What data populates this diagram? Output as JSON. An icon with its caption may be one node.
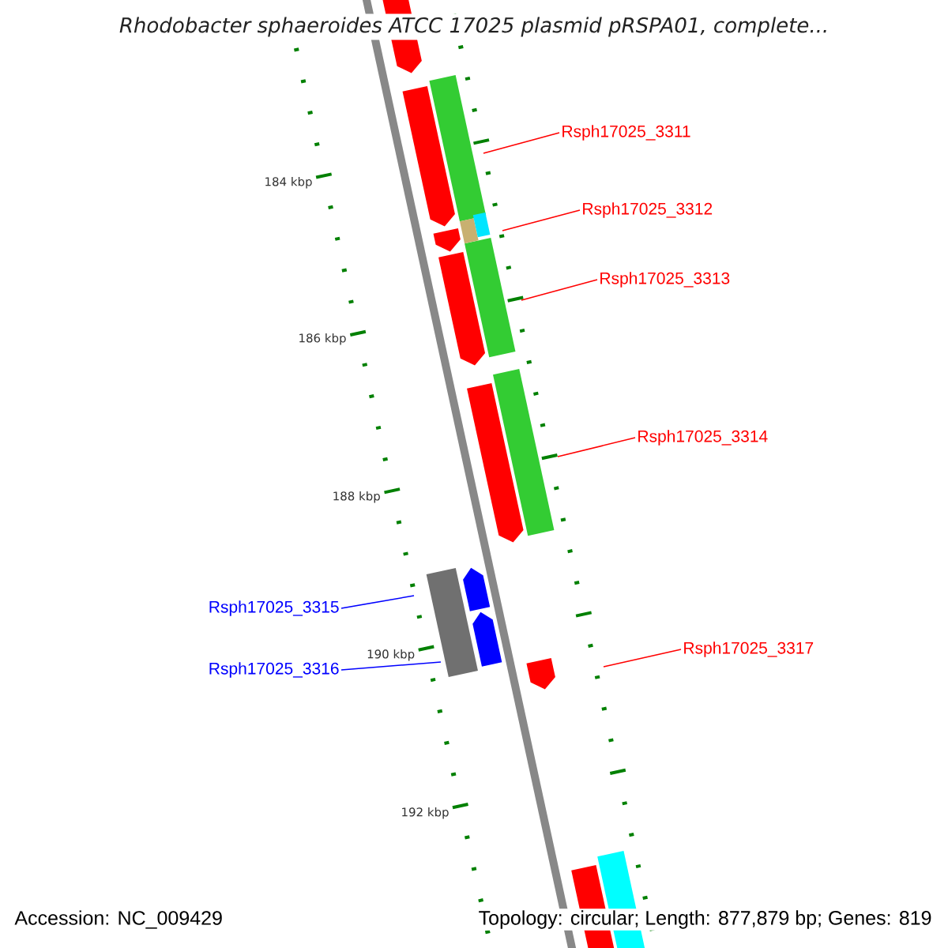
{
  "diagram": {
    "title": "Rhodobacter sphaeroides ATCC 17025 plasmid pRSPA01, complete...",
    "nodes": [
      {
        "text": [
          "Rsph17025_3311"
        ]
      },
      {
        "text": [
          "Rsph17025_3312"
        ]
      },
      {
        "text": [
          "Rsph17025_3313"
        ]
      },
      {
        "text": [
          "Rsph17025_3314"
        ]
      },
      {
        "text": [
          "Rsph17025_3315"
        ]
      },
      {
        "text": [
          "Rsph17025_3316"
        ]
      },
      {
        "text": [
          "Rsph17025_3317"
        ]
      }
    ],
    "edges": [
      {
        "from": 0,
        "to": null,
        "arrow": "none"
      },
      {
        "from": 1,
        "to": null,
        "arrow": "none"
      },
      {
        "from": 2,
        "to": null,
        "arrow": "none"
      },
      {
        "from": 3,
        "to": null,
        "arrow": "none"
      },
      {
        "from": 4,
        "to": null,
        "arrow": "none",
        "color": "#0000ff"
      },
      {
        "from": 5,
        "to": null,
        "arrow": "none",
        "color": "#0000ff"
      },
      {
        "from": 6,
        "to": null,
        "arrow": "none"
      }
    ],
    "labels": [
      "184 kbp",
      "186 kbp",
      "188 kbp",
      "190 kbp",
      "192 kbp",
      "Accession: NC_009429",
      "Topology: circular; Length: 877,879 bp; Genes: 819"
    ]
  }
}
